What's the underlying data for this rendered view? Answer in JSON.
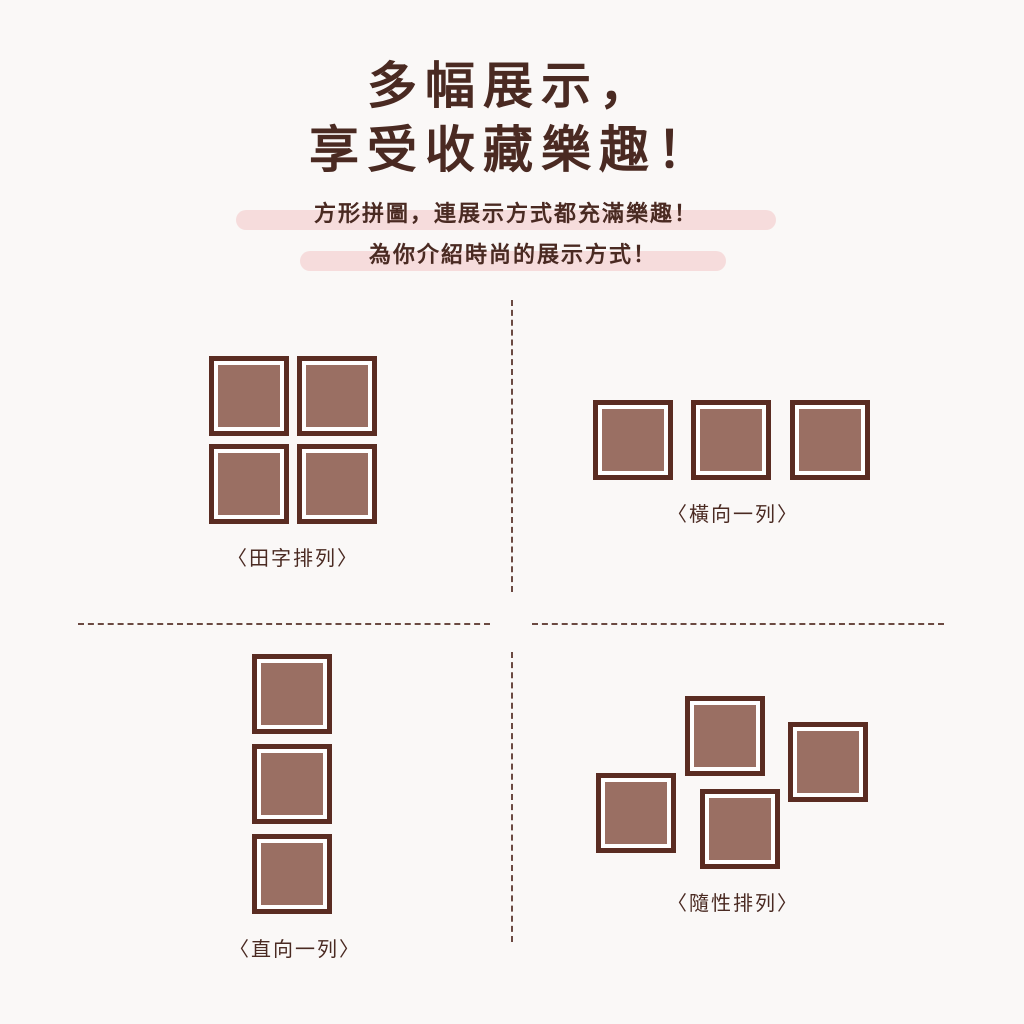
{
  "heading": {
    "line1": "多幅展示，",
    "line2": "享受收藏樂趣！"
  },
  "subheading": {
    "line1": "方形拼圖，連展示方式都充滿樂趣！",
    "line2": "為你介紹時尚的展示方式！"
  },
  "layouts": {
    "grid": {
      "caption": "〈田字排列〉"
    },
    "horizontal": {
      "caption": "〈橫向一列〉"
    },
    "vertical": {
      "caption": "〈直向一列〉"
    },
    "random": {
      "caption": "〈隨性排列〉"
    }
  },
  "colors": {
    "frame": "#5a2c22",
    "photo": "#9a6f63",
    "highlight": "#f6dcdc",
    "text": "#4a2a22"
  }
}
